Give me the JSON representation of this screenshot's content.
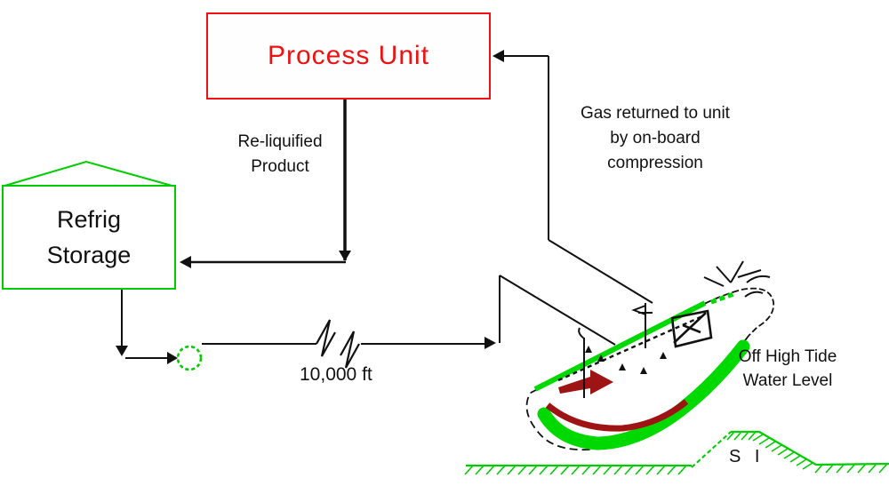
{
  "colors": {
    "accent_red": "#ee1111",
    "accent_green": "#00cc00",
    "ship_green": "#00d900",
    "maroon": "#9e1414",
    "line_black": "#111111",
    "background": "#ffffff"
  },
  "process_unit": {
    "label": "Process Unit"
  },
  "refrig_storage": {
    "line1": "Refrig",
    "line2": "Storage"
  },
  "flows": {
    "reliquified": {
      "line1": "Re-liquified",
      "line2": "Product"
    },
    "gas_return": {
      "line1": "Gas returned to unit",
      "line2": "by on-board",
      "line3": "compression"
    },
    "pipeline_distance": {
      "label": "10,000 ft"
    }
  },
  "annotations": {
    "tide": {
      "line1": "Off High Tide",
      "line2": "Water Level"
    },
    "shore": {
      "label": "S I"
    }
  }
}
